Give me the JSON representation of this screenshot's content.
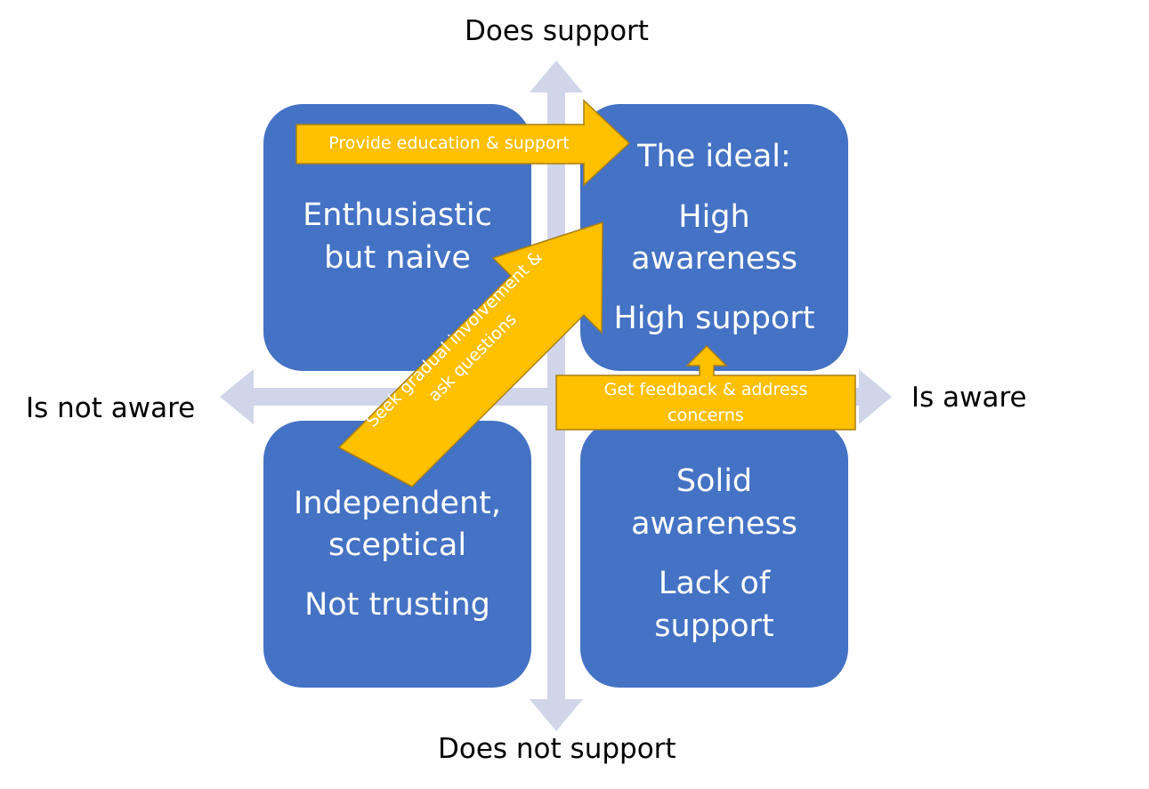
{
  "colors": {
    "box": "#4472c4",
    "arrow_fill": "#ffc000",
    "arrow_stroke": "#a97f12",
    "axis": "#d0d5ea",
    "text": "#ffffff",
    "label": "#000000"
  },
  "axes": {
    "top": "Does support",
    "bottom": "Does not support",
    "left": "Is not aware",
    "right": "Is aware"
  },
  "quadrants": {
    "top_left": {
      "line1": "Enthusiastic",
      "line2": "but naive"
    },
    "top_right": {
      "title": "The ideal:",
      "line1": "High",
      "line2": "awareness",
      "line3": "High support"
    },
    "bottom_left": {
      "line1": "Independent,",
      "line2": "sceptical",
      "line3": "Not trusting"
    },
    "bottom_right": {
      "line1": "Solid",
      "line2": "awareness",
      "line3": "Lack of",
      "line4": "support"
    }
  },
  "arrows": {
    "education": "Provide education & support",
    "gradual": {
      "line1": "Seek gradual involvement &",
      "line2": "ask questions"
    },
    "feedback": {
      "line1": "Get feedback & address",
      "line2": "concerns"
    }
  }
}
